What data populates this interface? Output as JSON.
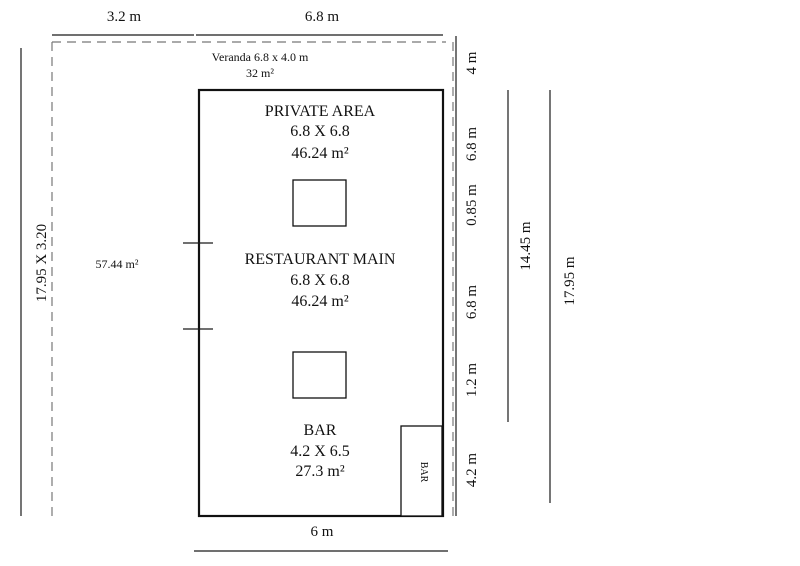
{
  "plan": {
    "top_dims": {
      "left": "3.2 m",
      "right": "6.8 m"
    },
    "veranda": {
      "label": "Veranda 6.8 x 4.0 m",
      "area": "32 m²"
    },
    "rooms": {
      "private": {
        "name": "PRIVATE AREA",
        "size": "6.8 X 6.8",
        "area": "46.24 m²"
      },
      "main": {
        "name": "RESTAURANT MAIN",
        "size": "6.8 X 6.8",
        "area": "46.24 m²"
      },
      "bar": {
        "name": "BAR",
        "size": "4.2 X 6.5",
        "area": "27.3 m²"
      }
    },
    "bar_counter": "BAR",
    "side_area": "57.44 m²",
    "left_dim": "17.95 X 3.20",
    "right_segments": [
      "4 m",
      "6.8 m",
      "0.85 m",
      "6.8 m",
      "1.2 m",
      "4.2 m"
    ],
    "total_mid": "14.45 m",
    "total_full": "17.95 m",
    "bottom_dim": "6 m"
  }
}
